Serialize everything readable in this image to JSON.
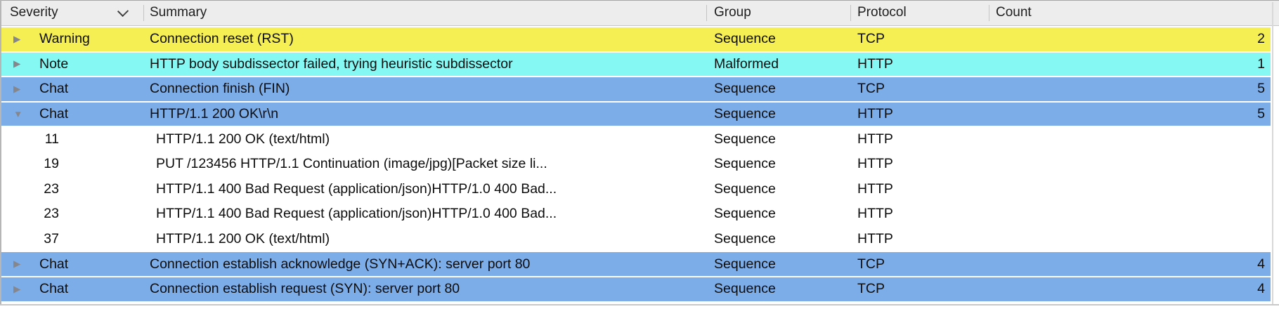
{
  "header": {
    "columns": [
      {
        "label": "Severity",
        "sort_indicator": "chevron-down"
      },
      {
        "label": "Summary"
      },
      {
        "label": "Group"
      },
      {
        "label": "Protocol"
      },
      {
        "label": "Count"
      }
    ]
  },
  "rows": [
    {
      "kind": "group",
      "severity": "Warning",
      "summary": "Connection reset (RST)",
      "group": "Sequence",
      "protocol": "TCP",
      "count": "2",
      "color": "yellow",
      "expander": "collapsed"
    },
    {
      "kind": "group",
      "severity": "Note",
      "summary": "HTTP body subdissector failed, trying heuristic subdissector",
      "group": "Malformed",
      "protocol": "HTTP",
      "count": "1",
      "color": "cyan",
      "expander": "collapsed"
    },
    {
      "kind": "group",
      "severity": "Chat",
      "summary": "Connection finish (FIN)",
      "group": "Sequence",
      "protocol": "TCP",
      "count": "5",
      "color": "blue",
      "expander": "collapsed"
    },
    {
      "kind": "group",
      "severity": "Chat",
      "summary": "HTTP/1.1 200 OK\\r\\n",
      "group": "Sequence",
      "protocol": "HTTP",
      "count": "5",
      "color": "blue",
      "expander": "expanded"
    },
    {
      "kind": "packet",
      "packet": "11",
      "summary": "HTTP/1.1 200 OK (text/html)",
      "group": "Sequence",
      "protocol": "HTTP",
      "count": "",
      "color": "white",
      "expander": "none"
    },
    {
      "kind": "packet",
      "packet": "19",
      "summary": "PUT /123456 HTTP/1.1 Continuation (image/jpg)[Packet size li...",
      "group": "Sequence",
      "protocol": "HTTP",
      "count": "",
      "color": "white",
      "expander": "none"
    },
    {
      "kind": "packet",
      "packet": "23",
      "summary": "HTTP/1.1 400 Bad Request (application/json)HTTP/1.0 400 Bad...",
      "group": "Sequence",
      "protocol": "HTTP",
      "count": "",
      "color": "white",
      "expander": "none"
    },
    {
      "kind": "packet",
      "packet": "23",
      "summary": "HTTP/1.1 400 Bad Request (application/json)HTTP/1.0 400 Bad...",
      "group": "Sequence",
      "protocol": "HTTP",
      "count": "",
      "color": "white",
      "expander": "none"
    },
    {
      "kind": "packet",
      "packet": "37",
      "summary": "HTTP/1.1 200 OK (text/html)",
      "group": "Sequence",
      "protocol": "HTTP",
      "count": "",
      "color": "white",
      "expander": "none"
    },
    {
      "kind": "group",
      "severity": "Chat",
      "summary": "Connection establish acknowledge (SYN+ACK): server port 80",
      "group": "Sequence",
      "protocol": "TCP",
      "count": "4",
      "color": "blue",
      "expander": "collapsed"
    },
    {
      "kind": "group",
      "severity": "Chat",
      "summary": "Connection establish request (SYN): server port 80",
      "group": "Sequence",
      "protocol": "TCP",
      "count": "4",
      "color": "blue",
      "expander": "collapsed"
    }
  ],
  "icons": {
    "collapsed_glyph": "▶",
    "expanded_glyph": "▼"
  },
  "colors": {
    "warning_row": "#f5ef54",
    "note_row": "#86f8f3",
    "chat_row": "#7dade9",
    "packet_row": "#ffffff",
    "header_bg": "#ededed",
    "expander_gray": "#85878c"
  }
}
